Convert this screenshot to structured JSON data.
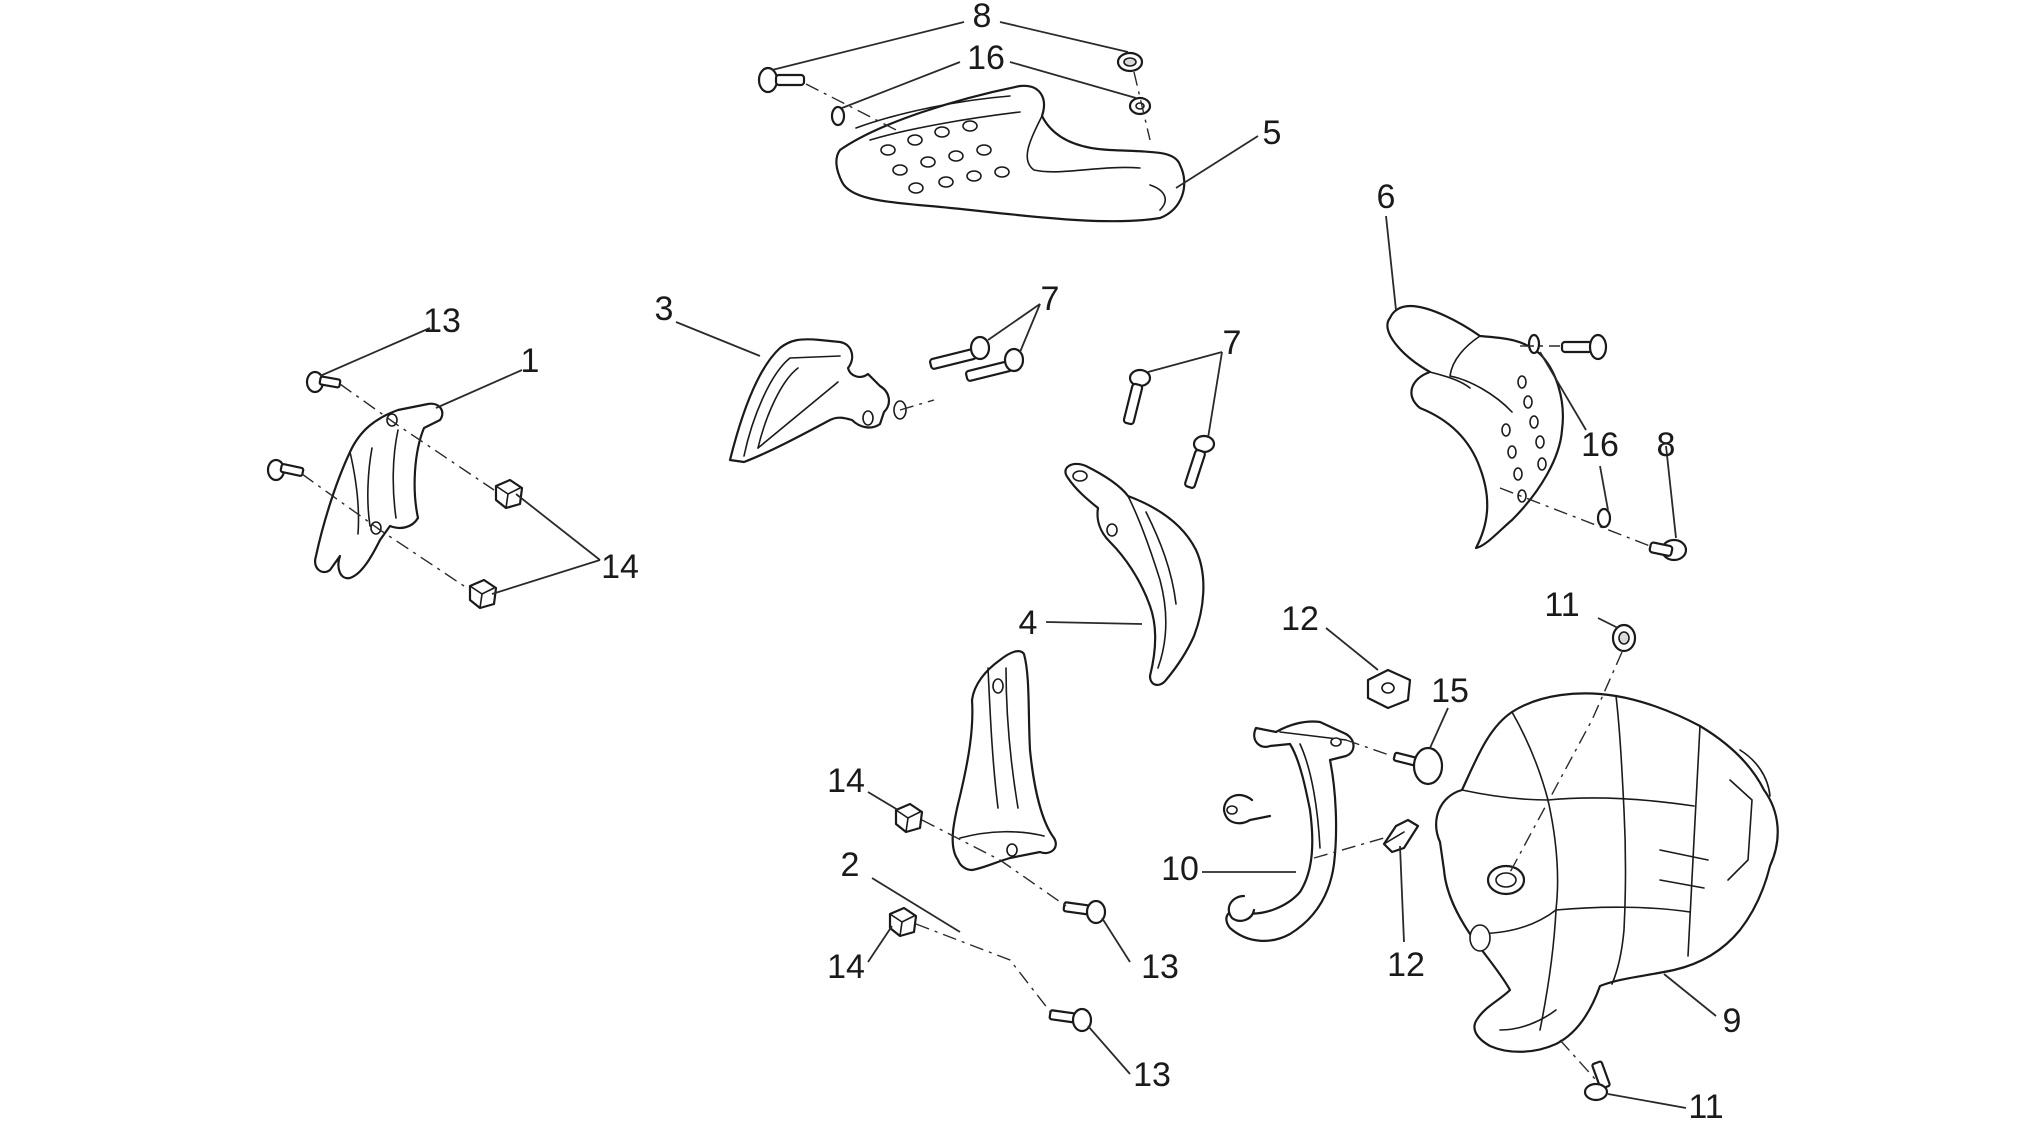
{
  "diagram": {
    "callouts": {
      "c8a": "8",
      "c16a": "16",
      "c5": "5",
      "c6": "6",
      "c13a": "13",
      "c1": "1",
      "c3": "3",
      "c7a": "7",
      "c7b": "7",
      "c16b": "16",
      "c8b": "8",
      "c14a": "14",
      "c4": "4",
      "c12a": "12",
      "c11a": "11",
      "c15": "15",
      "c14b": "14",
      "c2": "2",
      "c10": "10",
      "c12b": "12",
      "c14c": "14",
      "c13b": "13",
      "c9": "9",
      "c13c": "13",
      "c11b": "11"
    }
  }
}
